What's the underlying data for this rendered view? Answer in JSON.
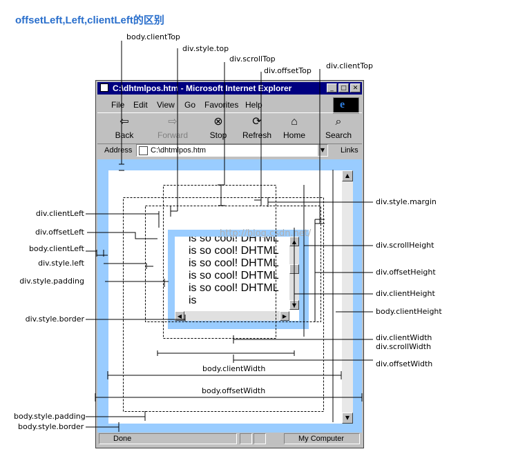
{
  "title": "offsetLeft,Left,clientLeft的区别",
  "window": {
    "title": "C:\\dhtmlpos.htm - Microsoft Internet Explorer",
    "menu": [
      "File",
      "Edit",
      "View",
      "Go",
      "Favorites",
      "Help"
    ],
    "toolbar": [
      "Back",
      "Forward",
      "Stop",
      "Refresh",
      "Home",
      "Search"
    ],
    "address_label": "Address",
    "address_value": "C:\\dhtmlpos.htm",
    "links_label": "Links",
    "status_text": "Done",
    "status_zone": "My Computer",
    "div_text": "is so cool! DHTML is so cool! DHTML is so cool! DHTML is so cool! DHTML is so cool! DHTML is"
  },
  "watermark": "http://blog.csdn.net/",
  "labels": {
    "body_clientTop": "body.clientTop",
    "div_style_top": "div.style.top",
    "div_scrollTop": "div.scrollTop",
    "div_offsetTop": "div.offsetTop",
    "div_clientTop": "div.clientTop",
    "div_clientLeft": "div.clientLeft",
    "div_offsetLeft": "div.offsetLeft",
    "body_clientLeft": "body.clientLeft",
    "div_style_left": "div.style.left",
    "div_style_padding": "div.style.padding",
    "div_style_border": "div.style.border",
    "body_style_padding": "body.style.padding",
    "body_style_border": "body.style.border",
    "div_style_margin": "div.style.margin",
    "div_scrollHeight": "div.scrollHeight",
    "div_offsetHeight": "div.offsetHeight",
    "div_clientHeight": "div.clientHeight",
    "body_clientHeight": "body.clientHeight",
    "div_clientWidth": "div.clientWidth",
    "div_scrollWidth": "div.scrollWidth",
    "div_offsetWidth": "div.offsetWidth",
    "body_clientWidth": "body.clientWidth",
    "body_offsetWidth": "body.offsetWidth"
  }
}
